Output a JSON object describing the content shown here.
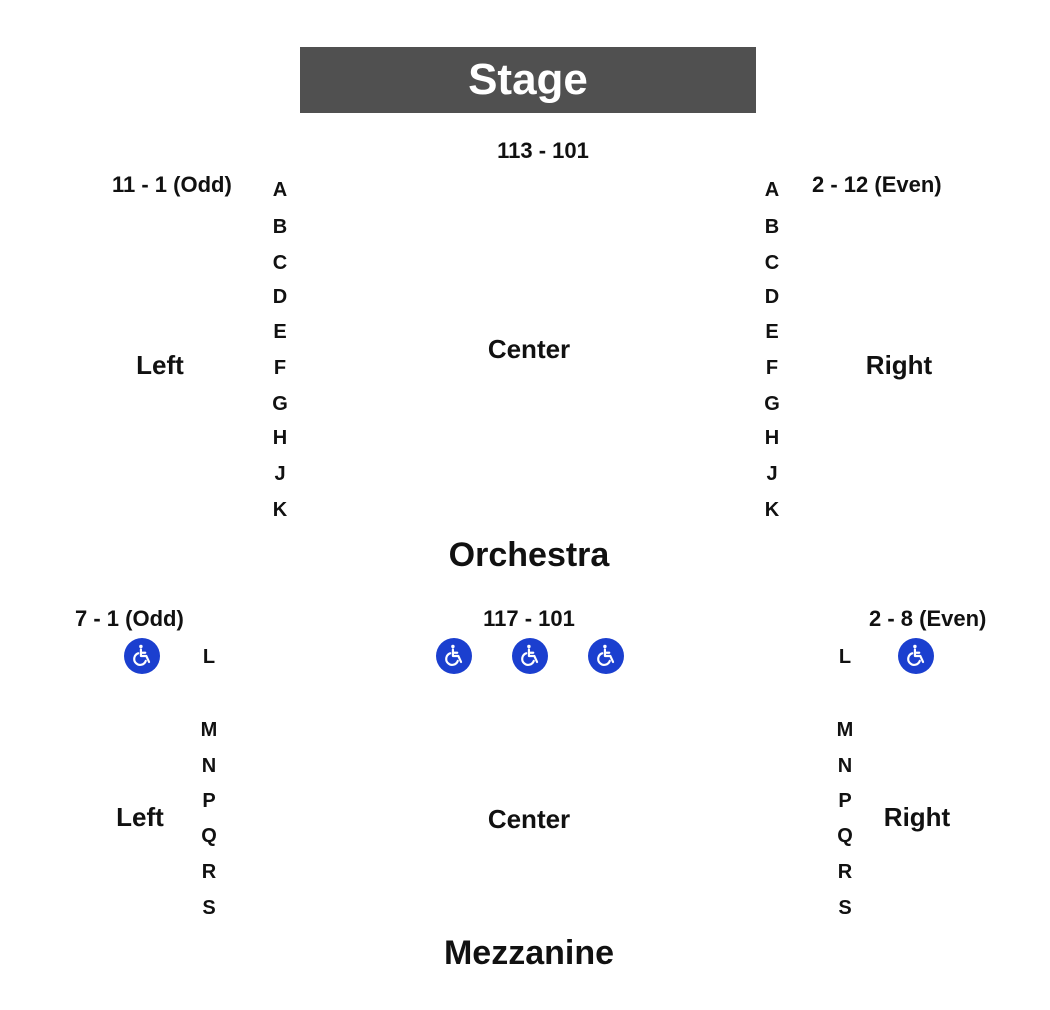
{
  "stage": "Stage",
  "orchestra": {
    "left_range": "11 - 1 (Odd)",
    "center_range": "113 - 101",
    "right_range": "2 - 12 (Even)",
    "left_label": "Left",
    "center_label": "Center",
    "right_label": "Right",
    "rows": [
      "A",
      "B",
      "C",
      "D",
      "E",
      "F",
      "G",
      "H",
      "J",
      "K"
    ],
    "title": "Orchestra"
  },
  "mezzanine": {
    "left_range": "7 - 1 (Odd)",
    "center_range": "117 - 101",
    "right_range": "2 - 8 (Even)",
    "left_label": "Left",
    "center_label": "Center",
    "right_label": "Right",
    "rows": [
      "L",
      "M",
      "N",
      "P",
      "Q",
      "R",
      "S"
    ],
    "title": "Mezzanine"
  },
  "colors": {
    "stage_bg": "#505050",
    "wheelchair": "#1b3fcf"
  },
  "icons": {
    "accessible": "wheelchair-icon"
  }
}
